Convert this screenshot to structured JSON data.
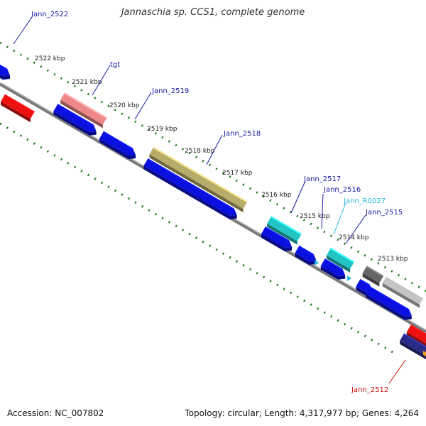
{
  "title": "Jannaschia sp. CCS1, complete genome",
  "footer": {
    "accession": "Accession: NC_007802",
    "summary": "Topology: circular; Length: 4,317,977 bp; Genes: 4,264"
  },
  "ticks": [
    "2522 kbp",
    "2521 kbp",
    "2520 kbp",
    "2519 kbp",
    "2518 kbp",
    "2517 kbp",
    "2516 kbp",
    "2515 kbp",
    "2514 kbp",
    "2513 kbp"
  ],
  "gene_labels": [
    "Jann_2522",
    "tgt",
    "Jann_2519",
    "Jann_2518",
    "Jann_2517",
    "Jann_2516",
    "Jann_R0027",
    "Jann_2515",
    "Jann_2512"
  ],
  "colors": {
    "backbone": "#7a7a7a",
    "tick_green": "#1f7a1f",
    "cds_blue": "#0a10e0",
    "label_blue": "#1a1aa8",
    "label_cyan": "#22b8e0",
    "label_red": "#cc1111",
    "gene_red": "#ee1111",
    "gene_pink": "#ee8888",
    "gene_olive": "#b8ac6a",
    "gene_cyan": "#22c4c4",
    "gene_darkgray": "#666666",
    "gene_lightgray": "#c4c4c4",
    "gene_navy": "#2a2a88",
    "gene_orange": "#f0a020"
  }
}
